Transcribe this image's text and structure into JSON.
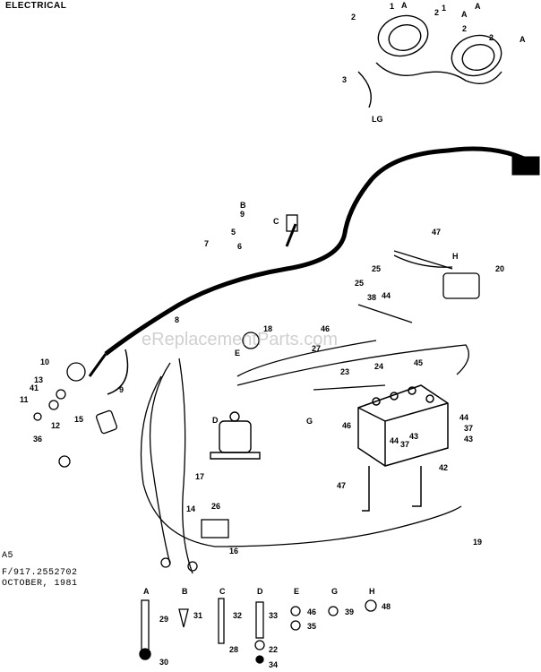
{
  "title": "ELECTRICAL",
  "watermark": "eReplacementParts.com",
  "meta": {
    "code": "A5",
    "model": "F/917.2552702",
    "date": "OCTOBER, 1981"
  },
  "callouts": {
    "c1a": "1",
    "c1b": "1",
    "c2a": "2",
    "c2b": "2",
    "c2c": "2",
    "c2d": "2",
    "c3": "3",
    "cA1": "A",
    "cA2": "A",
    "cA3": "A",
    "cA4": "A",
    "c5": "5",
    "c6": "6",
    "c7": "7",
    "c8": "8",
    "c9": "9",
    "cB": "B",
    "cC": "C",
    "c10": "10",
    "c11": "11",
    "c12": "12",
    "c13": "13",
    "c14": "14",
    "c15": "15",
    "c16": "16",
    "c17": "17",
    "c18": "18",
    "c19": "19",
    "c20": "20",
    "c23": "23",
    "c24": "24",
    "c25a": "25",
    "c25b": "25",
    "c26": "26",
    "c27": "27",
    "c36": "36",
    "c37a": "37",
    "c37b": "37",
    "c38": "38",
    "c41": "41",
    "c42": "42",
    "c43a": "43",
    "c43b": "43",
    "c44a": "44",
    "c44b": "44",
    "c44c": "44",
    "c45": "45",
    "c46a": "46",
    "c46b": "46",
    "c47a": "47",
    "c47b": "47",
    "cD": "D",
    "cE": "E",
    "cG": "G",
    "cH": "H",
    "cLG": "LG"
  },
  "hardware": [
    {
      "letter": "A",
      "part": "29",
      "part2": "30"
    },
    {
      "letter": "B",
      "part": "31"
    },
    {
      "letter": "C",
      "part": "32",
      "part2": "28"
    },
    {
      "letter": "D",
      "part": "33",
      "part2": "22",
      "part3": "34"
    },
    {
      "letter": "E",
      "part": "46",
      "part2": "35"
    },
    {
      "letter": "G",
      "part": "39"
    },
    {
      "letter": "H",
      "part": "48"
    }
  ]
}
